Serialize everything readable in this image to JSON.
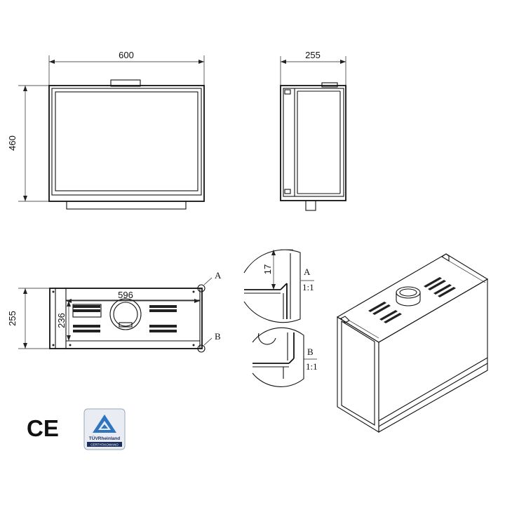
{
  "dimensions": {
    "front_width": "600",
    "front_height": "460",
    "side_depth": "255",
    "top_inner_width": "596",
    "top_depth": "255",
    "top_inner_depth": "236",
    "detail_a_value": "17"
  },
  "callouts": {
    "a_label": "A",
    "b_label": "B",
    "a_detail_label": "A",
    "b_detail_label": "B",
    "a_scale": "1:1",
    "b_scale": "1:1"
  },
  "marks": {
    "ce": "CE",
    "tuv_brand": "TÜVRheinland",
    "tuv_cert": "CERTYFIKOWANO"
  },
  "colors": {
    "line": "#111111",
    "tuv_blue": "#1b2f5e",
    "tuv_badge_bg": "#e9edf3"
  }
}
